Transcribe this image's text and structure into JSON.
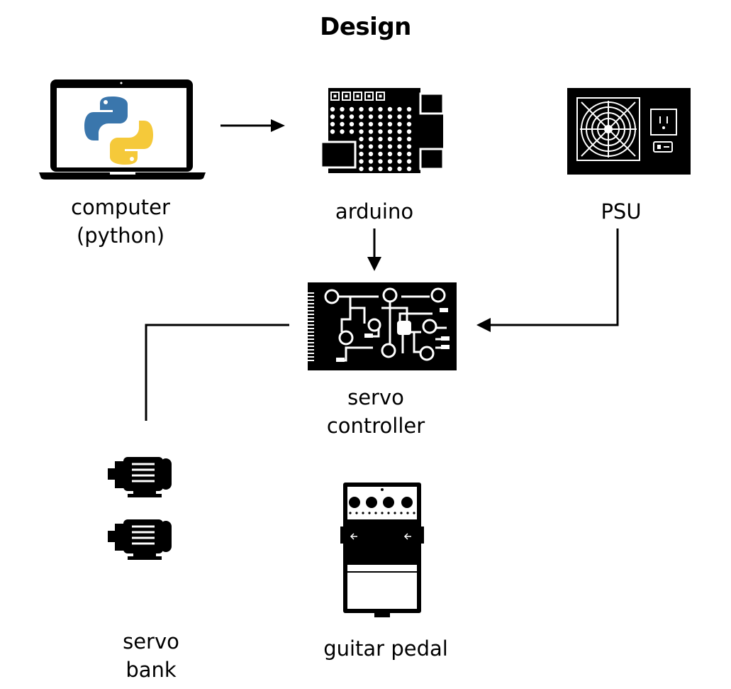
{
  "title": "Design",
  "nodes": {
    "computer": {
      "label_line1": "computer",
      "label_line2": "(python)",
      "icon": "laptop-python-icon"
    },
    "arduino": {
      "label": "arduino",
      "icon": "arduino-board-icon"
    },
    "psu": {
      "label": "PSU",
      "icon": "power-supply-icon"
    },
    "servo_controller": {
      "label_line1": "servo",
      "label_line2": "controller",
      "icon": "circuit-board-icon"
    },
    "servo_bank": {
      "label_line1": "servo",
      "label_line2": "bank",
      "icon": "servo-motor-icon"
    },
    "guitar_pedal": {
      "label": "guitar pedal",
      "icon": "guitar-pedal-icon"
    }
  },
  "edges": [
    {
      "from": "computer",
      "to": "arduino",
      "arrow": true
    },
    {
      "from": "arduino",
      "to": "servo_controller",
      "arrow": true
    },
    {
      "from": "psu",
      "to": "servo_controller",
      "arrow": true
    },
    {
      "from": "servo_controller",
      "to": "servo_bank",
      "arrow": false
    }
  ],
  "colors": {
    "ink": "#000000",
    "python_blue": "#3a76ac",
    "python_yellow": "#f5c93a",
    "background": "#ffffff"
  }
}
